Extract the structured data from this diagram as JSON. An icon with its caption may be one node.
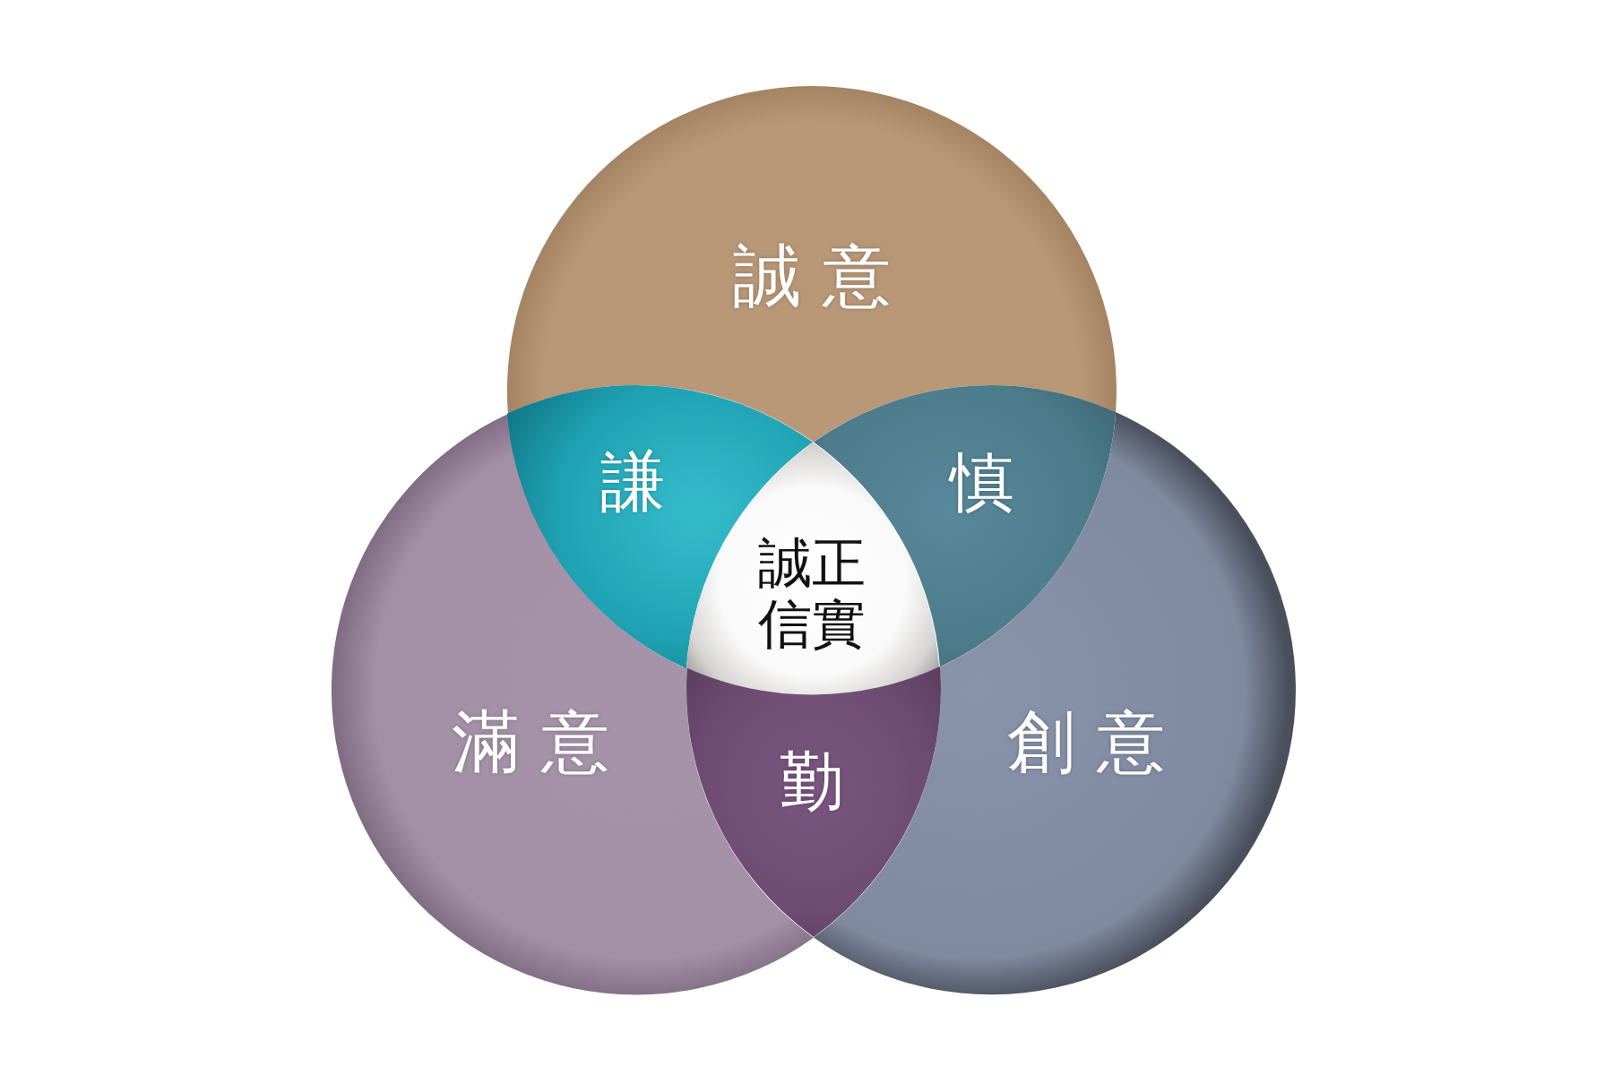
{
  "diagram": {
    "nodes": [
      {
        "text": [
          "誠 意"
        ]
      },
      {
        "text": [
          "謙"
        ]
      },
      {
        "text": [
          "慎"
        ]
      },
      {
        "text": [
          "誠正信實"
        ]
      },
      {
        "text": [
          "滿 意"
        ]
      },
      {
        "text": [
          "勤"
        ]
      },
      {
        "text": [
          "創 意"
        ]
      }
    ]
  }
}
